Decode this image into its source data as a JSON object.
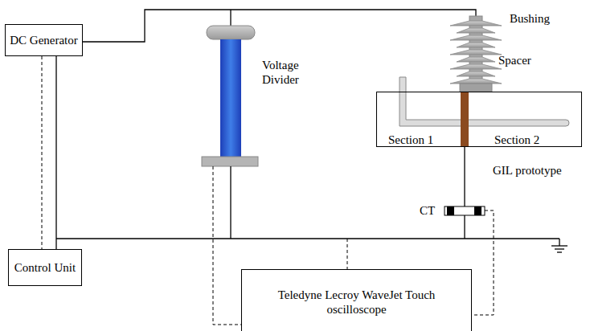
{
  "diagram": {
    "nodes": [
      {
        "text": [
          "DC Generator"
        ]
      },
      {
        "text": [
          "Section 1",
          "Section 2",
          "GIL prototype"
        ]
      },
      {
        "text": [
          "Control Unit"
        ]
      },
      {
        "text": [
          "Teledyne Lecroy WaveJet Touch oscilloscope"
        ]
      }
    ],
    "edges": [
      {
        "from": 0,
        "to": 2,
        "arrow": "none"
      }
    ],
    "labels": [
      "Voltage Divider",
      "Bushing",
      "Spacer",
      "CT"
    ]
  }
}
